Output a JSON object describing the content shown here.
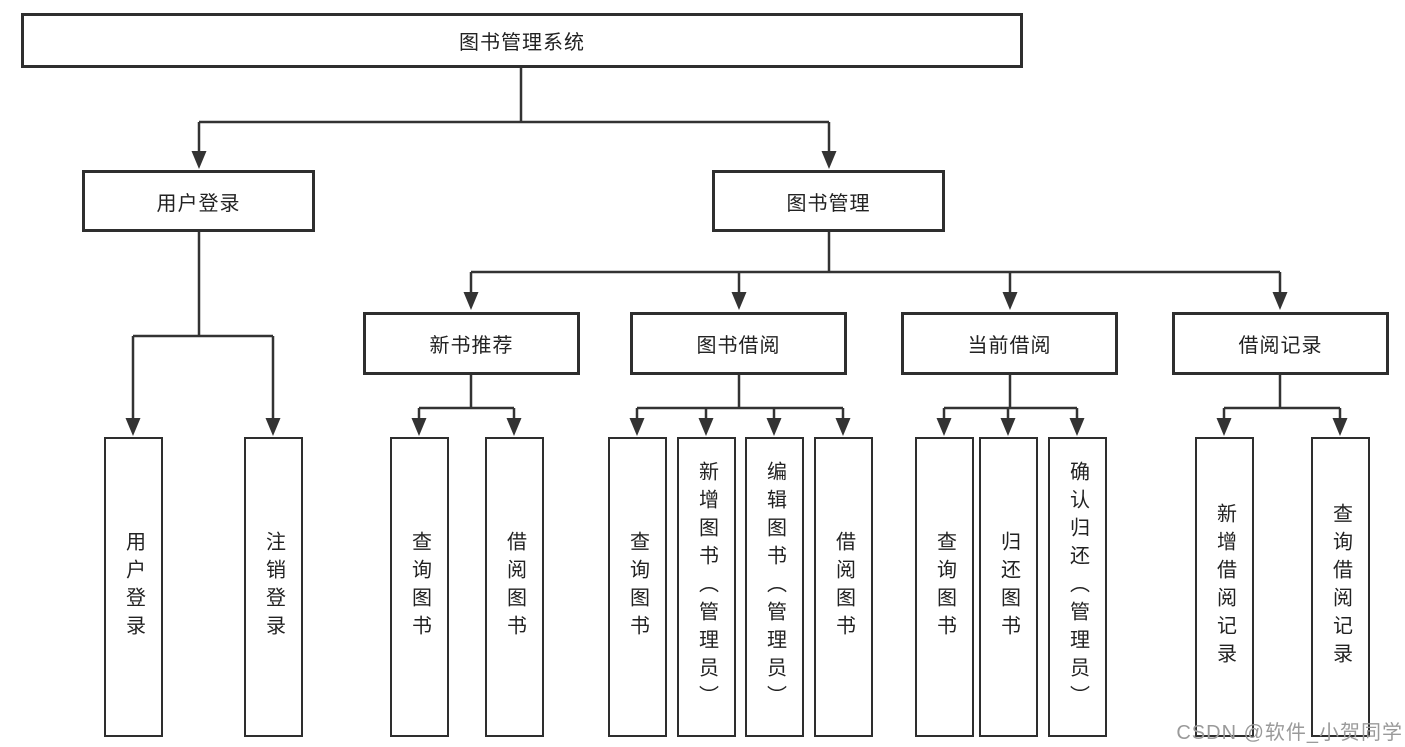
{
  "colors": {
    "line": "#333333",
    "box_border": "#2e2e2e",
    "text": "#222222",
    "background": "#ffffff",
    "watermark": "#9a9a9a"
  },
  "watermark": {
    "text": "CSDN @软件_小贺同学"
  },
  "diagram": {
    "root": {
      "label": "图书管理系统"
    },
    "branches": [
      {
        "label": "用户登录",
        "children": [
          {
            "label": "用户登录"
          },
          {
            "label": "注销登录"
          }
        ]
      },
      {
        "label": "图书管理",
        "children": [
          {
            "label": "新书推荐",
            "children": [
              {
                "label": "查询图书"
              },
              {
                "label": "借阅图书"
              }
            ]
          },
          {
            "label": "图书借阅",
            "children": [
              {
                "label": "查询图书"
              },
              {
                "label": "新增图书（管理员）"
              },
              {
                "label": "编辑图书（管理员）"
              },
              {
                "label": "借阅图书"
              }
            ]
          },
          {
            "label": "当前借阅",
            "children": [
              {
                "label": "查询图书"
              },
              {
                "label": "归还图书"
              },
              {
                "label": "确认归还（管理员）"
              }
            ]
          },
          {
            "label": "借阅记录",
            "children": [
              {
                "label": "新增借阅记录"
              },
              {
                "label": "查询借阅记录"
              }
            ]
          }
        ]
      }
    ]
  }
}
